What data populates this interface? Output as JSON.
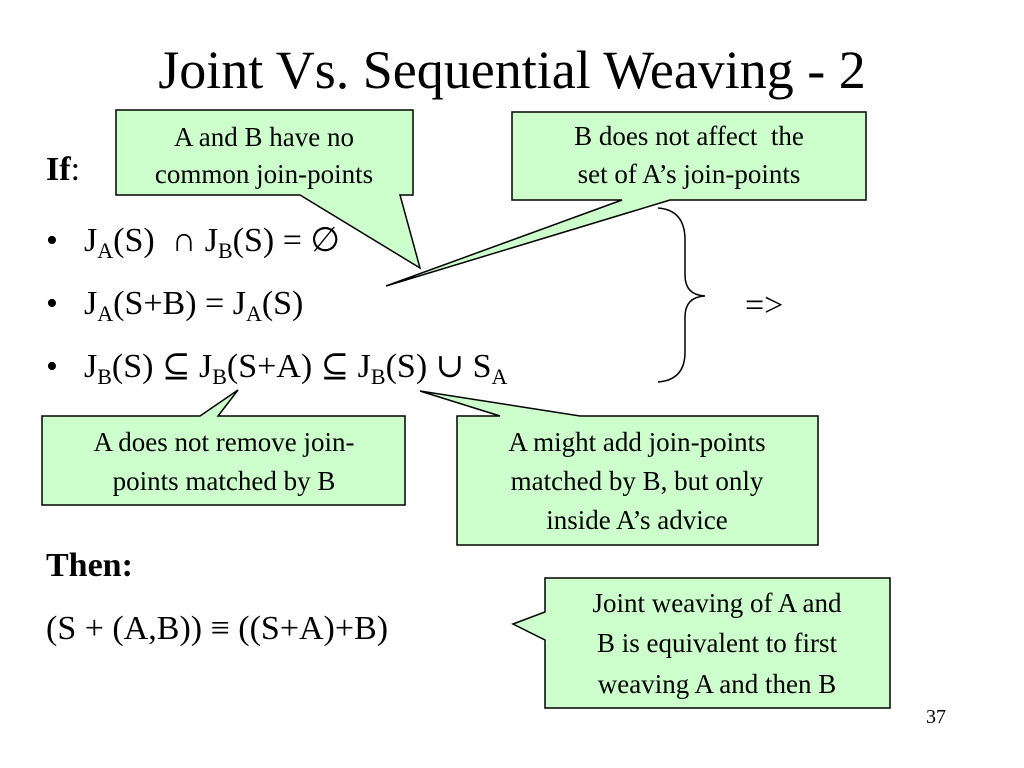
{
  "slide": {
    "title": "Joint Vs. Sequential Weaving - 2",
    "page_number": "37",
    "callout_fill": "#ccffcc",
    "callout_stroke": "#000000"
  },
  "premise": {
    "label": "If",
    "colon": ":",
    "bullet": "•",
    "rule1": {
      "j": "J",
      "a": "A",
      "p1": "(S)  ∩ J",
      "b": "B",
      "p2": "(S) = ∅"
    },
    "rule2": {
      "j": "J",
      "a": "A",
      "p1": "(S+B) = J",
      "a2": "A",
      "p2": "(S)"
    },
    "rule3": {
      "j": "J",
      "b": "B",
      "p1": "(S) ⊆ J",
      "b2": "B",
      "p2": "(S+A) ⊆ J",
      "b3": "B",
      "p3": "(S) ∪ S",
      "a": "A"
    },
    "implies": "=>"
  },
  "conclusion": {
    "label": "Then:",
    "formula": "(S + (A,B)) ≡ ((S+A)+B)"
  },
  "callouts": {
    "no_common": [
      "A and B have no",
      "common join-points"
    ],
    "not_affect": [
      "B does not affect  the",
      "set of A’s join-points"
    ],
    "not_remove": [
      "A does not remove join-",
      "points matched by B"
    ],
    "might_add": [
      "A might add join-points",
      "matched by B, but only",
      "inside A’s advice"
    ],
    "equivalent": [
      "Joint weaving of A and",
      "B is equivalent to first",
      "weaving A and then B"
    ]
  }
}
